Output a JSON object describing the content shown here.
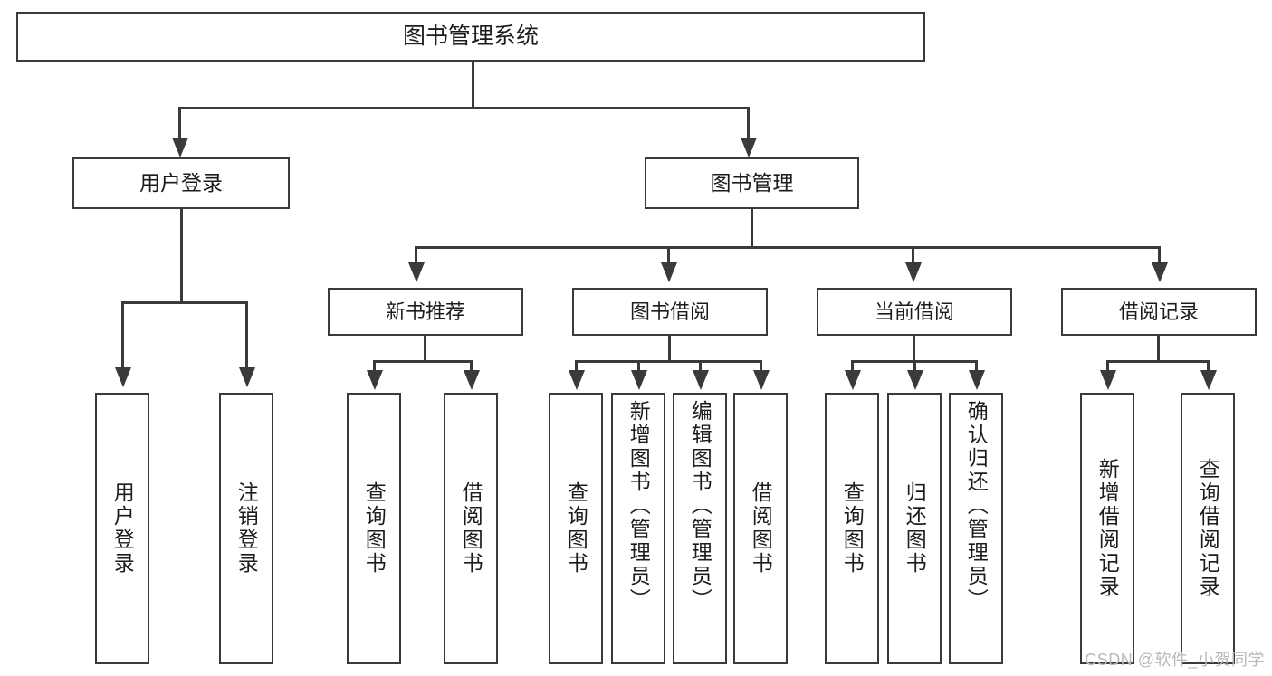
{
  "diagram": {
    "title": "图书管理系统",
    "type": "function-tree",
    "root": {
      "label": "图书管理系统"
    },
    "level2": [
      {
        "label": "用户登录"
      },
      {
        "label": "图书管理"
      }
    ],
    "level3": [
      {
        "label": "新书推荐"
      },
      {
        "label": "图书借阅"
      },
      {
        "label": "当前借阅"
      },
      {
        "label": "借阅记录"
      }
    ],
    "leaves": {
      "user_login": [
        {
          "label": "用户登录"
        },
        {
          "label": "注销登录"
        }
      ],
      "new_book_recommend": [
        {
          "label": "查询图书"
        },
        {
          "label": "借阅图书"
        }
      ],
      "book_borrow": [
        {
          "label": "查询图书"
        },
        {
          "label": "新增图书（管理员）"
        },
        {
          "label": "编辑图书（管理员）"
        },
        {
          "label": "借阅图书"
        }
      ],
      "current_borrow": [
        {
          "label": "查询图书"
        },
        {
          "label": "归还图书"
        },
        {
          "label": "确认归还（管理员）"
        }
      ],
      "borrow_records": [
        {
          "label": "新增借阅记录"
        },
        {
          "label": "查询借阅记录"
        }
      ]
    }
  },
  "watermark": {
    "text": "CSDN @软件_小贺同学"
  },
  "colors": {
    "stroke": "#3a3a3a",
    "text": "#1c1c1c",
    "background": "#ffffff",
    "watermark": "#b9b9b9"
  }
}
